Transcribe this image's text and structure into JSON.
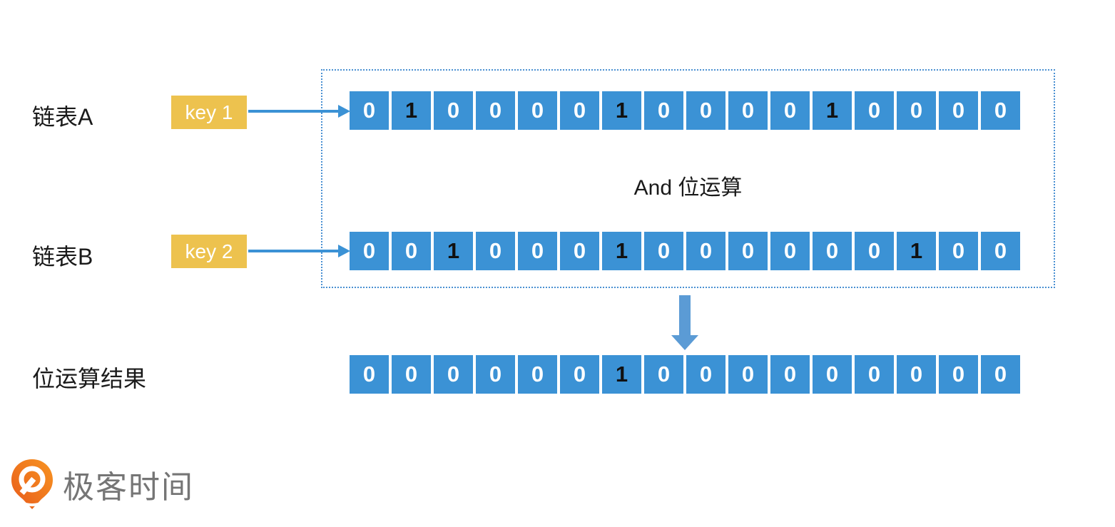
{
  "colors": {
    "cell_blue": "#3B92D5",
    "bit_zero_color": "#ffffff",
    "bit_one_color": "#111111",
    "key_yellow": "#EDC24E",
    "arrow_blue": "#3B92D5",
    "down_arrow_blue": "#5B9BD5",
    "dotted_border_blue": "#4A90D2",
    "label_black": "#1a1a1a",
    "logo_orange": "#F37021",
    "logo_orange_dark": "#E85A1A",
    "logo_text_gray": "#757575"
  },
  "diagram": {
    "list_a": {
      "label": "链表A",
      "key_label": "key 1",
      "bits": [
        0,
        1,
        0,
        0,
        0,
        0,
        1,
        0,
        0,
        0,
        0,
        1,
        0,
        0,
        0,
        0
      ]
    },
    "list_b": {
      "label": "链表B",
      "key_label": "key 2",
      "bits": [
        0,
        0,
        1,
        0,
        0,
        0,
        1,
        0,
        0,
        0,
        0,
        0,
        0,
        1,
        0,
        0
      ]
    },
    "operation": {
      "label": "And 位运算"
    },
    "result": {
      "label": "位运算结果",
      "bits": [
        0,
        0,
        0,
        0,
        0,
        0,
        1,
        0,
        0,
        0,
        0,
        0,
        0,
        0,
        0,
        0
      ]
    }
  },
  "logo": {
    "text": "极客时间",
    "icon": "geektime-pin-icon"
  }
}
